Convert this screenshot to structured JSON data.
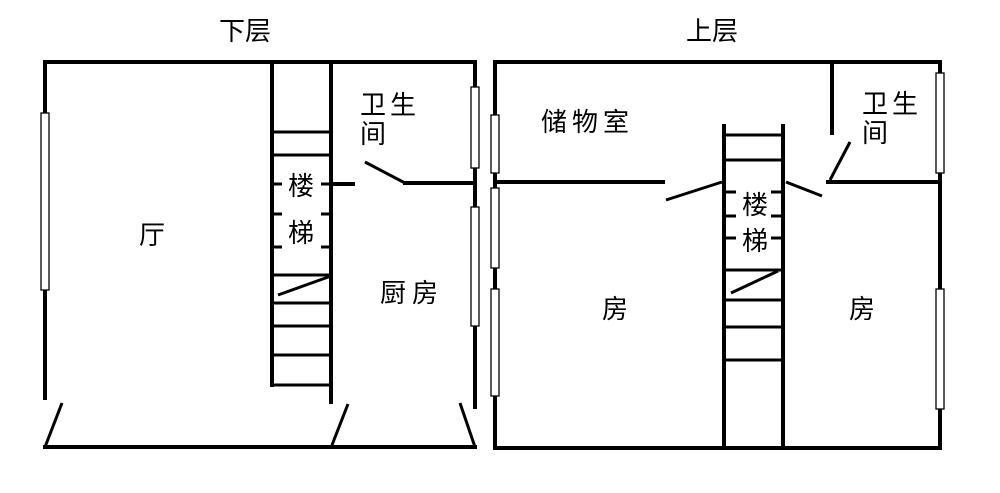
{
  "lower_floor": {
    "title": "下层",
    "rooms": {
      "living_room": "厅",
      "bathroom_line1": "卫生",
      "bathroom_line2": "间",
      "kitchen": "厨房",
      "stairs_line1": "楼",
      "stairs_line2": "梯"
    }
  },
  "upper_floor": {
    "title": "上层",
    "rooms": {
      "storage": "储物室",
      "bathroom_line1": "卫生",
      "bathroom_line2": "间",
      "room_left": "房",
      "room_right": "房",
      "stairs_line1": "楼",
      "stairs_line2": "梯"
    }
  }
}
